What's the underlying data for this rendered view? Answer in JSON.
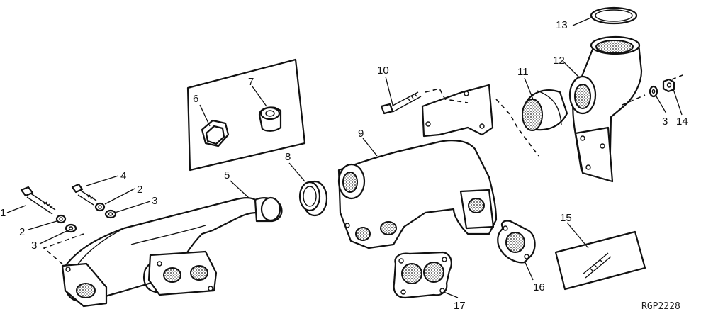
{
  "figure": {
    "reference_code": "RGP2228",
    "callouts": [
      {
        "id": "c1",
        "text": "1"
      },
      {
        "id": "c2a",
        "text": "2"
      },
      {
        "id": "c3a",
        "text": "3"
      },
      {
        "id": "c4",
        "text": "4"
      },
      {
        "id": "c2b",
        "text": "2"
      },
      {
        "id": "c3b",
        "text": "3"
      },
      {
        "id": "c5",
        "text": "5"
      },
      {
        "id": "c6",
        "text": "6"
      },
      {
        "id": "c7",
        "text": "7"
      },
      {
        "id": "c8",
        "text": "8"
      },
      {
        "id": "c9",
        "text": "9"
      },
      {
        "id": "c10",
        "text": "10"
      },
      {
        "id": "c11",
        "text": "11"
      },
      {
        "id": "c12",
        "text": "12"
      },
      {
        "id": "c13",
        "text": "13"
      },
      {
        "id": "c3c",
        "text": "3"
      },
      {
        "id": "c14",
        "text": "14"
      },
      {
        "id": "c15",
        "text": "15"
      },
      {
        "id": "c16",
        "text": "16"
      },
      {
        "id": "c17",
        "text": "17"
      }
    ]
  }
}
